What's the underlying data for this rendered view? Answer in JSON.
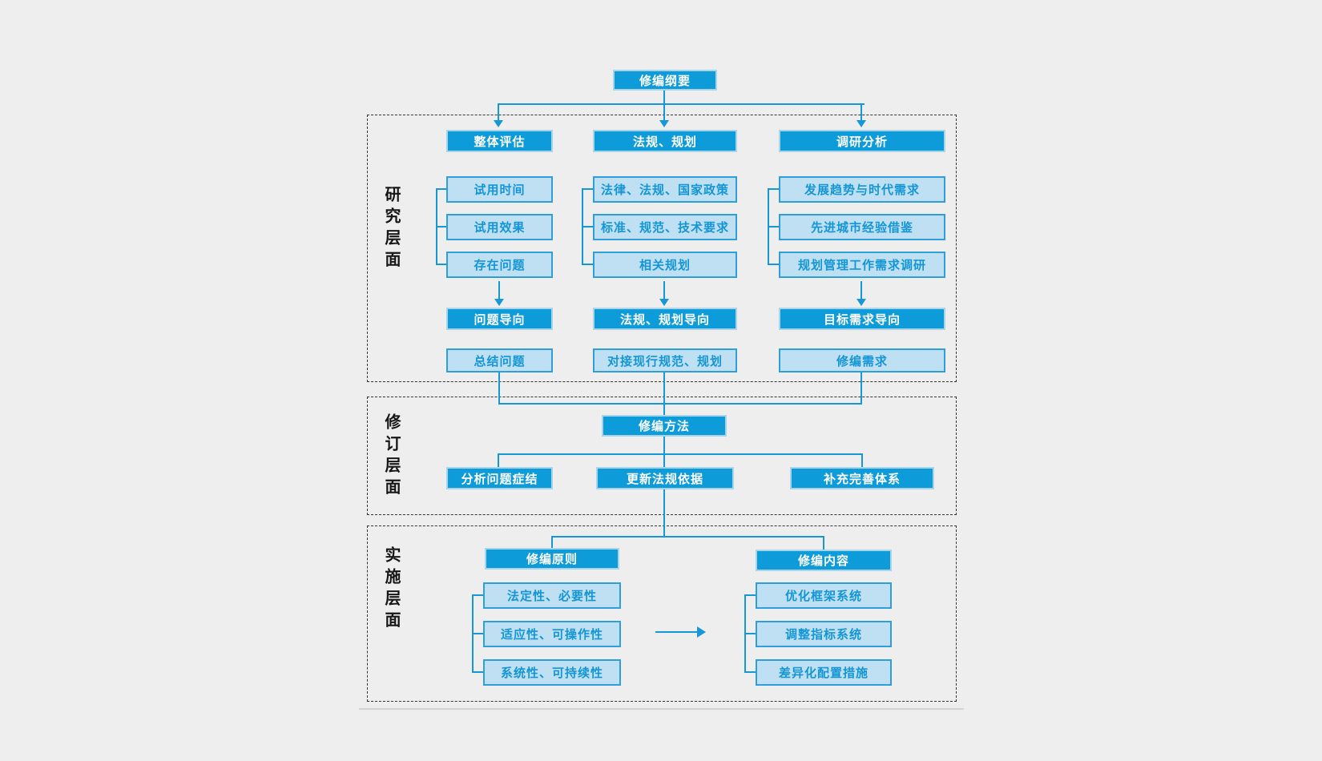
{
  "flow": {
    "title": "修编纲要",
    "research": {
      "label": "研究层面",
      "columns": [
        {
          "header": "整体评估",
          "items": [
            "试用时间",
            "试用效果",
            "存在问题"
          ],
          "orientation": "问题导向",
          "result": "总结问题"
        },
        {
          "header": "法规、规划",
          "items": [
            "法律、法规、国家政策",
            "标准、规范、技术要求",
            "相关规划"
          ],
          "orientation": "法规、规划导向",
          "result": "对接现行规范、规划"
        },
        {
          "header": "调研分析",
          "items": [
            "发展趋势与时代需求",
            "先进城市经验借鉴",
            "规划管理工作需求调研"
          ],
          "orientation": "目标需求导向",
          "result": "修编需求"
        }
      ]
    },
    "revision": {
      "label": "修订层面",
      "method": "修编方法",
      "items": [
        "分析问题症结",
        "更新法规依据",
        "补充完善体系"
      ]
    },
    "implementation": {
      "label": "实施层面",
      "principles": {
        "header": "修编原则",
        "items": [
          "法定性、必要性",
          "适应性、可操作性",
          "系统性、可持续性"
        ]
      },
      "contents": {
        "header": "修编内容",
        "items": [
          "优化框架系统",
          "调整指标系统",
          "差异化配置措施"
        ]
      }
    }
  },
  "colors": {
    "background": "#eeeeee",
    "dark_box_fill": "#0d9bd9",
    "dark_box_border": "#a8d5ec",
    "dark_box_text": "#ffffff",
    "light_box_fill": "#bfe0f2",
    "light_box_border": "#2e9fd8",
    "light_box_text": "#1496d6",
    "connector": "#1697d6",
    "section_border": "#333333",
    "section_label_text": "#161616"
  }
}
